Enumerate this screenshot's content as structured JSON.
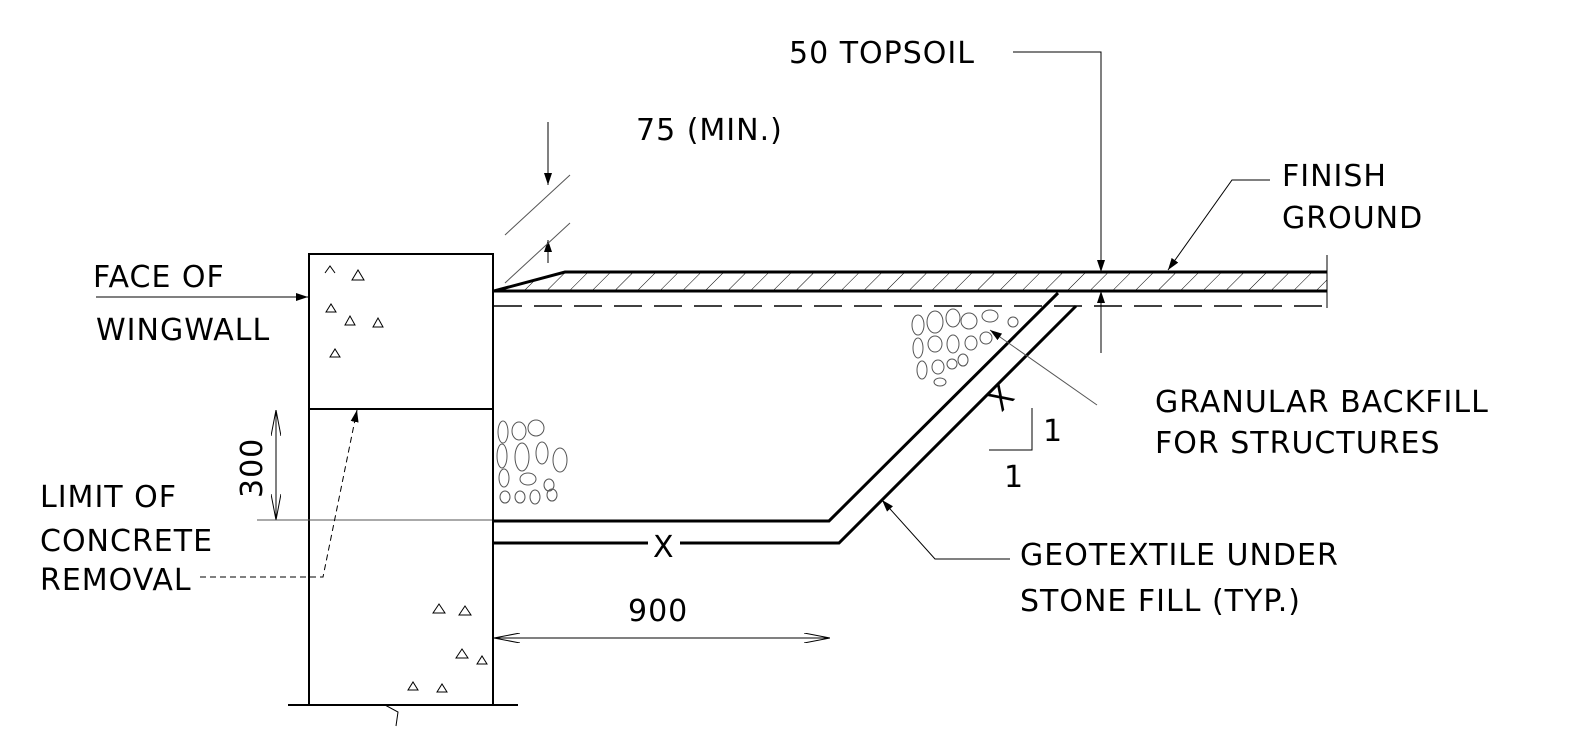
{
  "labels": {
    "topsoil": "50 TOPSOIL",
    "min_depth": "75 (MIN.)",
    "finish_line1": "FINISH",
    "finish_line2": "GROUND",
    "face_line1": "FACE OF",
    "face_line2": "WINGWALL",
    "granular_line1": "GRANULAR BACKFILL",
    "granular_line2": "FOR STRUCTURES",
    "slope_rise": "1",
    "slope_run": "1",
    "slope_x": "X",
    "limit_line1": "LIMIT OF",
    "limit_line2": "CONCRETE",
    "limit_line3": "REMOVAL",
    "dim_300": "300",
    "dim_x": "X",
    "geotextile_line1": "GEOTEXTILE UNDER",
    "geotextile_line2": "STONE FILL (TYP.)",
    "dim_900": "900"
  }
}
